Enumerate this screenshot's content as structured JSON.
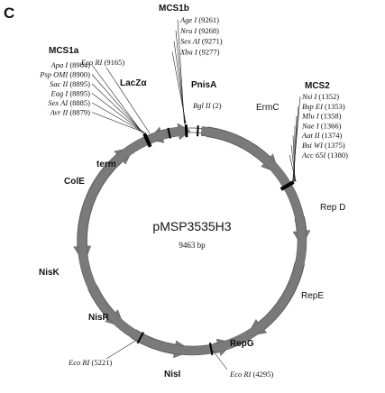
{
  "panel_label": "C",
  "plasmid": {
    "name": "pMSP3535H3",
    "size": "9463 bp"
  },
  "features": [
    {
      "id": "ermc",
      "label": "ErmC"
    },
    {
      "id": "repd",
      "label": "Rep D"
    },
    {
      "id": "repe",
      "label": "RepE"
    },
    {
      "id": "repg",
      "label": "RepG"
    },
    {
      "id": "nisi",
      "label": "NisI"
    },
    {
      "id": "nisr",
      "label": "NisR"
    },
    {
      "id": "nisk",
      "label": "NisK"
    },
    {
      "id": "cole",
      "label": "ColE"
    },
    {
      "id": "term",
      "label": "term"
    },
    {
      "id": "lacz",
      "label": "LacZα"
    },
    {
      "id": "pnisa",
      "label": "PnisA"
    }
  ],
  "mcs1a": {
    "title": "MCS1a",
    "sites": [
      {
        "enzyme": "Apa I",
        "pos": "(8904)"
      },
      {
        "enzyme": "Psp OMI",
        "pos": "(8900)"
      },
      {
        "enzyme": "Sac II",
        "pos": "(8895)"
      },
      {
        "enzyme": "Eag I",
        "pos": "(8895)"
      },
      {
        "enzyme": "Sex AI",
        "pos": "(8885)"
      },
      {
        "enzyme": "Avr II",
        "pos": "(8879)"
      }
    ]
  },
  "mcs1b": {
    "title": "MCS1b",
    "sites": [
      {
        "enzyme": "Age I",
        "pos": "(9261)"
      },
      {
        "enzyme": "Nru I",
        "pos": "(9268)"
      },
      {
        "enzyme": "Sex AI",
        "pos": "(9271)"
      },
      {
        "enzyme": "Xba I",
        "pos": "(9277)"
      }
    ]
  },
  "mcs2": {
    "title": "MCS2",
    "sites": [
      {
        "enzyme": "Nsi I",
        "pos": "(1352)"
      },
      {
        "enzyme": "Bsp EI",
        "pos": "(1353)"
      },
      {
        "enzyme": "Mlu I",
        "pos": "(1358)"
      },
      {
        "enzyme": "Nae I",
        "pos": "(1366)"
      },
      {
        "enzyme": "Aat II",
        "pos": "(1374)"
      },
      {
        "enzyme": "Bsi WI",
        "pos": "(1375)"
      },
      {
        "enzyme": "Acc 65I",
        "pos": "(1380)"
      }
    ]
  },
  "single_sites": {
    "ecori_9165": {
      "enzyme": "Eco RI",
      "pos": "(9165)"
    },
    "bglii_2": {
      "enzyme": "Bgl II",
      "pos": "(2)"
    },
    "ecori_5221": {
      "enzyme": "Eco RI",
      "pos": "(5221)"
    },
    "ecori_4295": {
      "enzyme": "Eco RI",
      "pos": "(4295)"
    }
  },
  "colors": {
    "arrow_fill": "#7a7a7a",
    "backbone": "#555555",
    "marker": "#000000"
  }
}
